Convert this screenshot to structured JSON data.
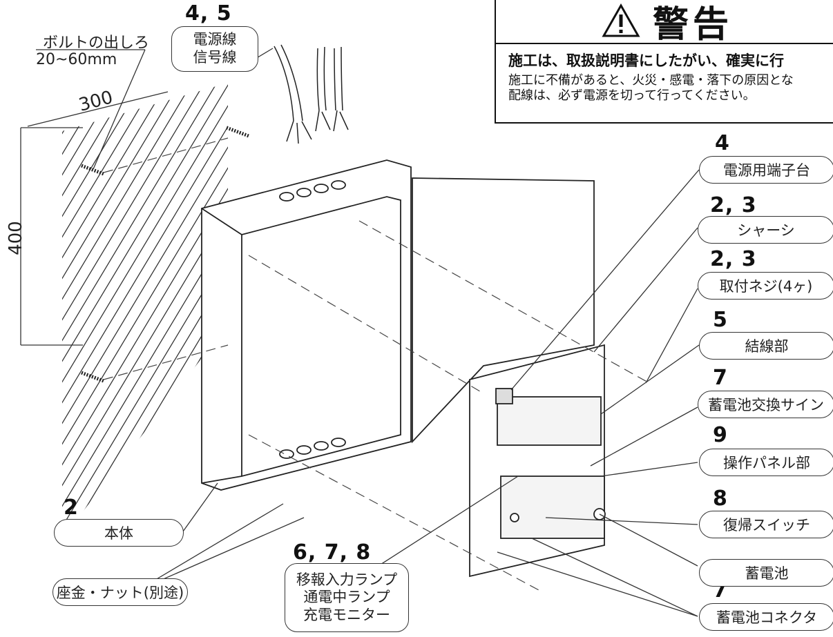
{
  "warning": {
    "icon": "warning-triangle-icon",
    "title": "警告",
    "main": "施工は、取扱説明書にしたがい、確実に行",
    "line1": "施工に不備があると、火災・感電・落下の原因とな",
    "line2": "配線は、必ず電源を切って行ってください。"
  },
  "dimensions": {
    "bolt_label": "ボルトの出しろ",
    "bolt_value": "20~60mm",
    "width": "300",
    "height": "400"
  },
  "labels": [
    {
      "id": "power-signal",
      "num": "4, 5",
      "lines": [
        "電源線",
        "信号線"
      ]
    },
    {
      "id": "power-terminal",
      "num": "4",
      "lines": [
        "電源用端子台"
      ]
    },
    {
      "id": "chassis",
      "num": "2, 3",
      "lines": [
        "シャーシ"
      ]
    },
    {
      "id": "mounting-screw",
      "num": "2, 3",
      "lines": [
        "取付ネジ(4ヶ)"
      ]
    },
    {
      "id": "wiring-section",
      "num": "5",
      "lines": [
        "結線部"
      ]
    },
    {
      "id": "battery-sign",
      "num": "7",
      "lines": [
        "蓄電池交換サイン"
      ]
    },
    {
      "id": "operation-panel",
      "num": "9",
      "lines": [
        "操作パネル部"
      ]
    },
    {
      "id": "reset-switch",
      "num": "8",
      "lines": [
        "復帰スイッチ"
      ]
    },
    {
      "id": "battery",
      "num": "",
      "lines": [
        "蓄電池"
      ]
    },
    {
      "id": "battery-connector",
      "num": "7",
      "lines": [
        "蓄電池コネクタ"
      ]
    },
    {
      "id": "body",
      "num": "2",
      "lines": [
        "本体"
      ]
    },
    {
      "id": "washer-nut",
      "num": "",
      "lines": [
        "座金・ナット(別途)"
      ]
    },
    {
      "id": "lamps",
      "num": "6, 7, 8",
      "lines": [
        "移報入力ランプ",
        "通電中ランプ",
        "充電モニター"
      ]
    }
  ]
}
